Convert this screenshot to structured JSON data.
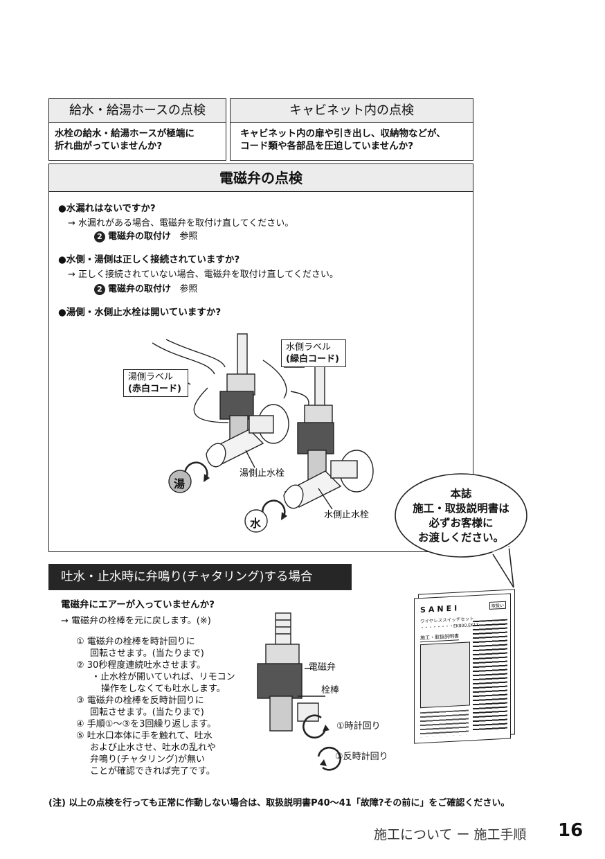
{
  "hose_check": {
    "title": "給水・給湯ホースの点検",
    "line1": "水栓の給水・給湯ホースが極端に",
    "line2": "折れ曲がっていませんか?"
  },
  "cabinet_check": {
    "title": "キャビネット内の点検",
    "line1": "キャビネット内の扉や引き出し、収納物などが、",
    "line2": "コード類や各部品を圧迫していませんか?"
  },
  "valve_check": {
    "title": "電磁弁の点検",
    "q1": "●水漏れはないですか?",
    "q1_answer": "→ 水漏れがある場合、電磁弁を取付け直してください。",
    "q1_ref_num": "2",
    "q1_ref_text": "電磁弁の取付け",
    "q1_ref_suffix": "参照",
    "q2": "●水側・湯側は正しく接続されていますか?",
    "q2_answer": "→ 正しく接続されていない場合、電磁弁を取付け直してください。",
    "q2_ref_num": "2",
    "q2_ref_text": "電磁弁の取付け",
    "q2_ref_suffix": "参照",
    "q3": "●湯側・水側止水栓は開いていますか?",
    "hot_label_line1": "湯側ラベル",
    "hot_label_line2": "(赤白コード)",
    "cold_label_line1": "水側ラベル",
    "cold_label_line2": "(緑白コード)",
    "hot_stop_valve": "湯側止水栓",
    "cold_stop_valve": "水側止水栓",
    "hot_symbol": "湯",
    "cold_symbol": "水"
  },
  "speech_bubble": {
    "line1": "本誌",
    "line2": "施工・取扱説明書は",
    "line3": "必ずお客様に",
    "line4": "お渡しください。"
  },
  "chattering": {
    "title": "吐水・止水時に弁鳴り(チャタリング)する場合",
    "question": "電磁弁にエアーが入っていませんか?",
    "answer": "→ 電磁弁の栓棒を元に戻します。(※)",
    "steps": [
      "① 電磁弁の栓棒を時計回りに",
      "回転させます。(当たりまで)",
      "② 30秒程度連続吐水させます。",
      "・止水栓が開いていれば、リモコン",
      "操作をしなくても吐水します。",
      "③ 電磁弁の栓棒を反時計回りに",
      "回転させます。(当たりまで)",
      "④ 手順①〜③を3回繰り返します。",
      "⑤ 吐水口本体に手を触れて、吐水",
      "および止水させ、吐水の乱れや",
      "弁鳴り(チャタリング)が無い",
      "ことが確認できれば完了です。"
    ],
    "label_valve": "電磁弁",
    "label_plug": "栓棒",
    "label_cw": "①時計回り",
    "label_ccw": "③反時計回り"
  },
  "manual": {
    "brand": "SANEI",
    "badge": "取扱い",
    "product": "ワイヤレススイッチセット",
    "model": "・・・・・・・・EK800,EK13",
    "doc_title": "施工・取扱説明書"
  },
  "note": "(注) 以上の点検を行っても正常に作動しない場合は、取扱説明書P40〜41「故障?その前に」をご確認ください。",
  "footer": {
    "section": "施工について ー 施工手順",
    "page_number": "16"
  }
}
